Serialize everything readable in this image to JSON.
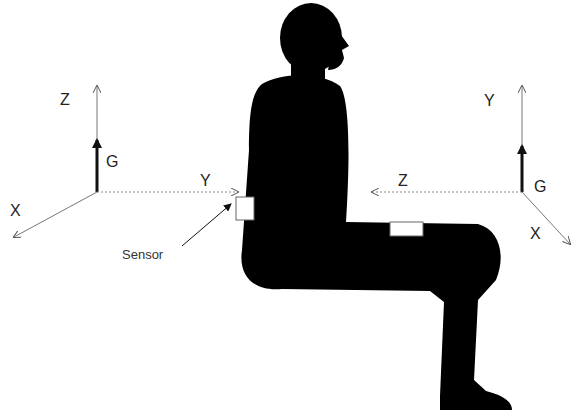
{
  "diagram": {
    "labels": [
      "Z",
      "G",
      "Y",
      "X",
      "Sensor",
      "Y",
      "Z",
      "G",
      "X"
    ]
  }
}
